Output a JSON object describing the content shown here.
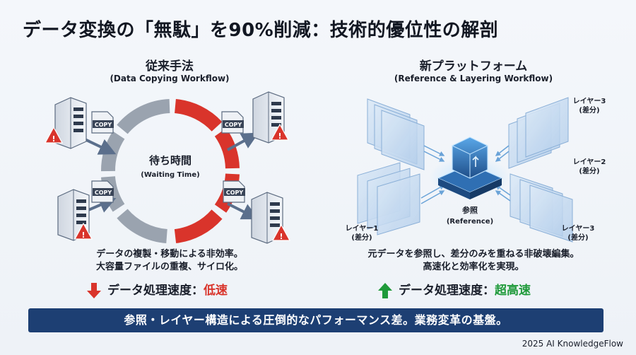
{
  "title": "データ変換の「無駄」を90%削減：技術的優位性の解剖",
  "left": {
    "heading": "従来手法",
    "subheading": "(Data Copying Workflow)",
    "center_label": "待ち時間",
    "center_sub": "(Waiting Time)",
    "copy_tag": "COPY",
    "description_line1": "データの複製・移動による非効率。",
    "description_line2": "大容量ファイルの重複、サイロ化。",
    "speed_label": "データ処理速度：",
    "speed_value": "低速"
  },
  "right": {
    "heading": "新プラットフォーム",
    "subheading": "(Reference & Layering Workflow)",
    "center_label": "参照",
    "center_sub": "(Reference)",
    "layer_top_right": "レイヤー3",
    "layer_mid_right": "レイヤー2",
    "layer_bottom_right": "レイヤー3",
    "layer_bottom_left": "レイヤー1",
    "diff_label": "(差分)",
    "description_line1": "元データを参照し、差分のみを重ねる非破壊編集。",
    "description_line2": "高速化と効率化を実現。",
    "speed_label": "データ処理速度：",
    "speed_value": "超高速"
  },
  "banner": "参照・レイヤー構造による圧倒的なパフォーマンス差。業務変革の基盤。",
  "footer": "2025 AI KnowledgeFlow",
  "colors": {
    "banner_bg": "#1d3f73",
    "slow_red": "#d9342b",
    "fast_green": "#1f9a3a",
    "ring_gray": "#9aa3af",
    "ring_red": "#d9342b"
  },
  "icons": [
    "server-icon",
    "warning-icon",
    "copy-file-icon",
    "arrow-down-icon",
    "arrow-up-icon",
    "layer-panel-icon",
    "reference-node-icon"
  ]
}
